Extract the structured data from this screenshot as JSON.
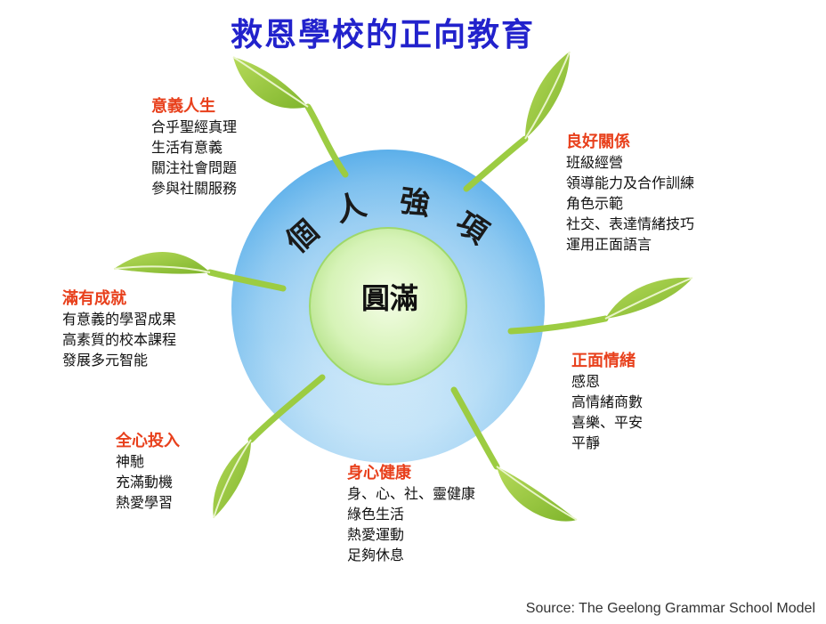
{
  "title": "救恩學校的正向教育",
  "center": {
    "label": "圓滿",
    "ring_text": [
      "個",
      "人",
      "強",
      "項"
    ]
  },
  "blocks": {
    "meaning": {
      "heading": "意義人生",
      "items": [
        "合乎聖經真理",
        "生活有意義",
        "關注社會問題",
        "參與社關服務"
      ]
    },
    "relationships": {
      "heading": "良好關係",
      "items": [
        "班級經營",
        "領導能力及合作訓練",
        "角色示範",
        "社交、表達情緒技巧",
        "運用正面語言"
      ]
    },
    "accomplishment": {
      "heading": "滿有成就",
      "items": [
        "有意義的學習成果",
        "高素質的校本課程",
        "發展多元智能"
      ]
    },
    "emotions": {
      "heading": "正面情緒",
      "items": [
        "感恩",
        "高情緒商數",
        "喜樂、平安",
        "平靜"
      ]
    },
    "engagement": {
      "heading": "全心投入",
      "items": [
        "神馳",
        "充滿動機",
        "熱愛學習"
      ]
    },
    "health": {
      "heading": "身心健康",
      "items": [
        "身、心、社、靈健康",
        "綠色生活",
        "熱愛運動",
        "足夠休息"
      ]
    }
  },
  "source": "Source: The Geelong Grammar School Model",
  "colors": {
    "title": "#2222cc",
    "heading": "#e8401c",
    "leaf": "#8fc43c",
    "ring": "#5fb2ea",
    "core": "#ccf0a8"
  }
}
